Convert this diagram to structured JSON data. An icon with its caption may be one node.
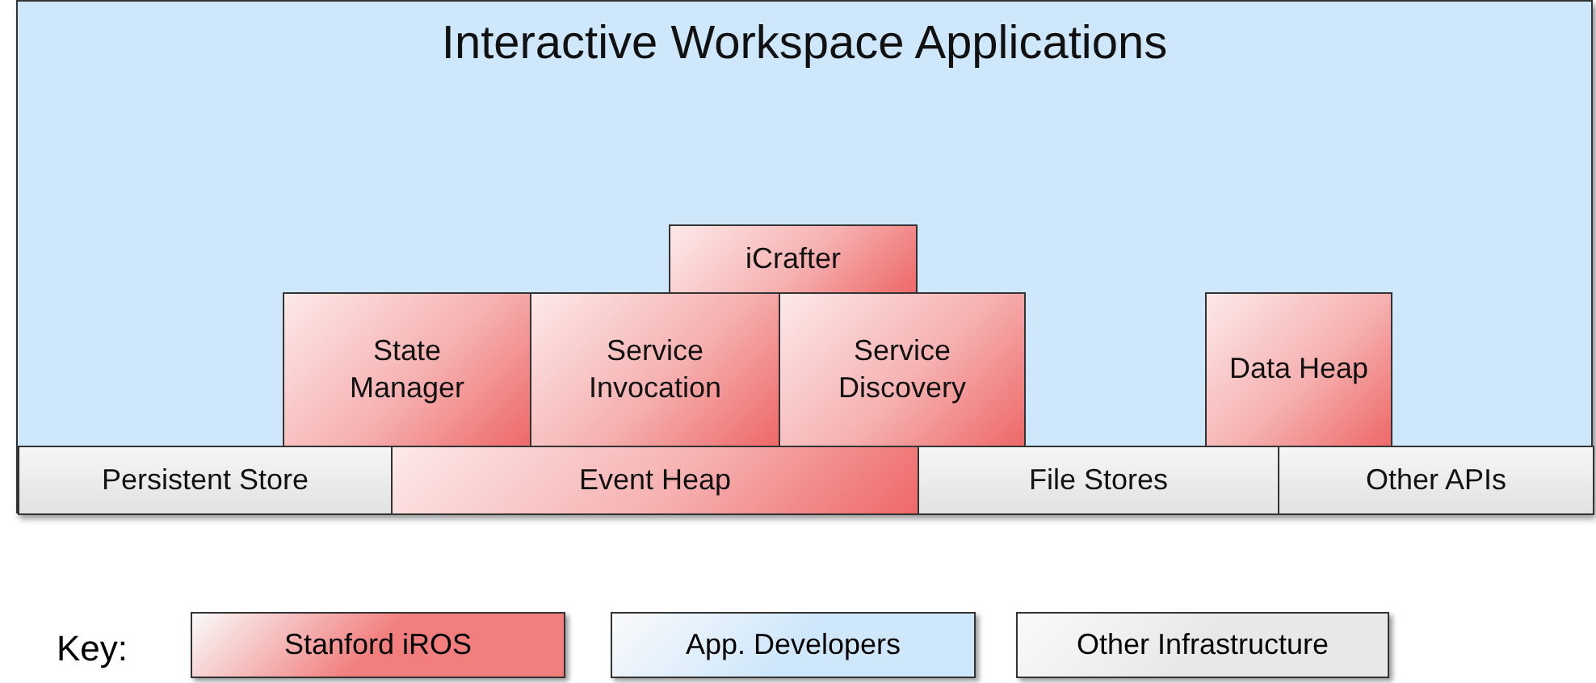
{
  "diagram": {
    "nodes": [
      {
        "text": [
          "Interactive Workspace Applications"
        ]
      },
      {
        "text": [
          "iCrafter"
        ],
        "in": 0
      },
      {
        "text": [
          "State Manager"
        ],
        "in": 0
      },
      {
        "text": [
          "Service Invocation"
        ],
        "in": 0
      },
      {
        "text": [
          "Service Discovery"
        ],
        "in": 0
      },
      {
        "text": [
          "Data Heap"
        ],
        "in": 0
      },
      {
        "text": [
          "Persistent Store"
        ],
        "in": 0
      },
      {
        "text": [
          "Event Heap"
        ],
        "in": 0
      },
      {
        "text": [
          "File Stores"
        ],
        "in": 0
      },
      {
        "text": [
          "Other APIs"
        ],
        "in": 0
      }
    ],
    "labels": [
      "Key:"
    ],
    "legend": [
      {
        "text": "Stanford iROS",
        "color": "#f27e7e"
      },
      {
        "text": "App. Developers",
        "color": "#cfe7fb"
      },
      {
        "text": "Other Infrastructure",
        "color": "#e8e8e8"
      }
    ]
  }
}
